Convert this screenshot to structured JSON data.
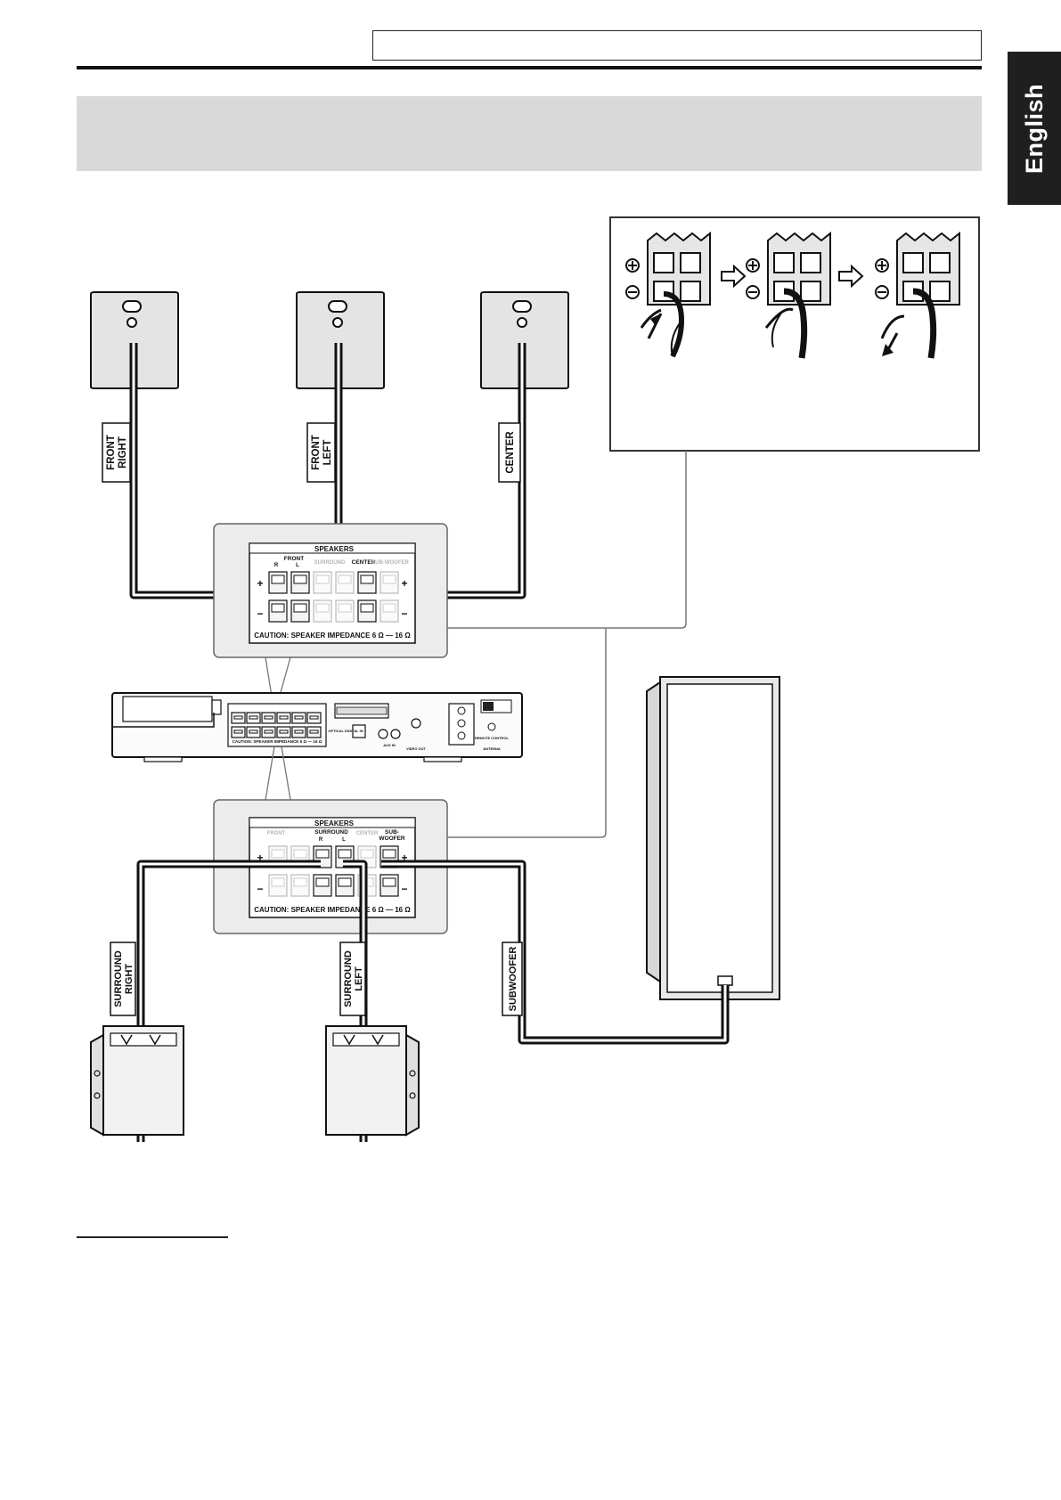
{
  "language_tab": "English",
  "speaker_labels": {
    "front_right": [
      "FRONT",
      "RIGHT"
    ],
    "front_left": [
      "FRONT",
      "LEFT"
    ],
    "center": "CENTER",
    "surround_right": [
      "SURROUND",
      "RIGHT"
    ],
    "surround_left": [
      "SURROUND",
      "LEFT"
    ],
    "subwoofer": "SUBWOOFER"
  },
  "panel_top": {
    "title": "SPEAKERS",
    "front": "FRONT",
    "r": "R",
    "l": "L",
    "surround": "SURROUND",
    "center": "CENTER",
    "subwoofer": "SUB-WOOFER",
    "caution": "CAUTION: SPEAKER IMPEDANCE 6 Ω — 16 Ω"
  },
  "panel_bottom": {
    "title": "SPEAKERS",
    "front": "FRONT",
    "surround": "SURROUND",
    "r": "R",
    "l": "L",
    "center": "CENTER",
    "subwoofer_line1": "SUB-",
    "subwoofer_line2": "WOOFER",
    "caution": "CAUTION: SPEAKER IMPEDANCE 6 Ω — 16 Ω"
  },
  "terminal_symbols": {
    "plus": "+",
    "minus": "−"
  },
  "receiver_rear": {
    "caution": "CAUTION: SPEAKER IMPEDANCE 6 Ω — 16 Ω",
    "optical": "OPTICAL DIGITAL IN",
    "aux": "AUX IN",
    "video_out": "VIDEO OUT",
    "antenna": "ANTENNA",
    "remote": "REMOTE CONTROL"
  }
}
